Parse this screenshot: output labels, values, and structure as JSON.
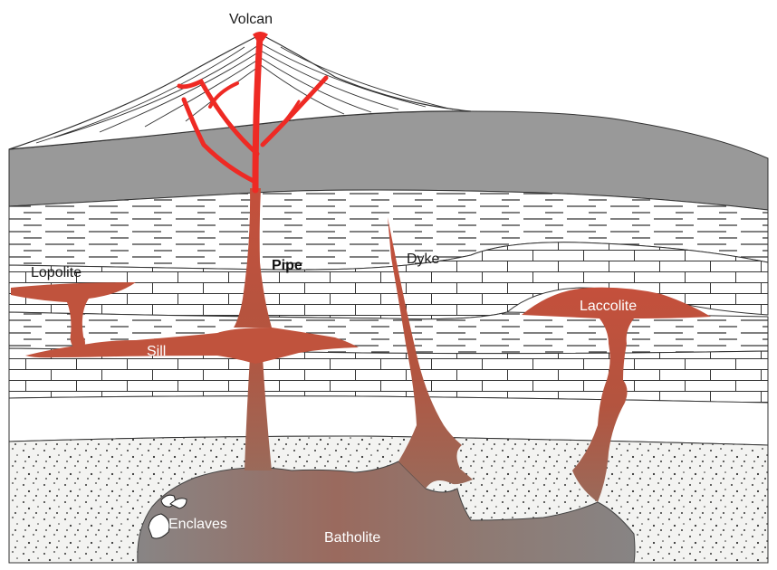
{
  "labels": {
    "volcan": "Volcan",
    "pipe": "Pipe",
    "dyke": "Dyke",
    "lopolite": "Lopolite",
    "sill": "Sill",
    "laccolite": "Laccolite",
    "enclaves": "Enclaves",
    "batholite": "Batholite"
  },
  "colors": {
    "magma_hot": "#ee2a24",
    "magma": "#c0533d",
    "batholith": "#8a8686",
    "upper_rock": "#999999",
    "sand": "#f3f3f1",
    "line": "#333333"
  }
}
